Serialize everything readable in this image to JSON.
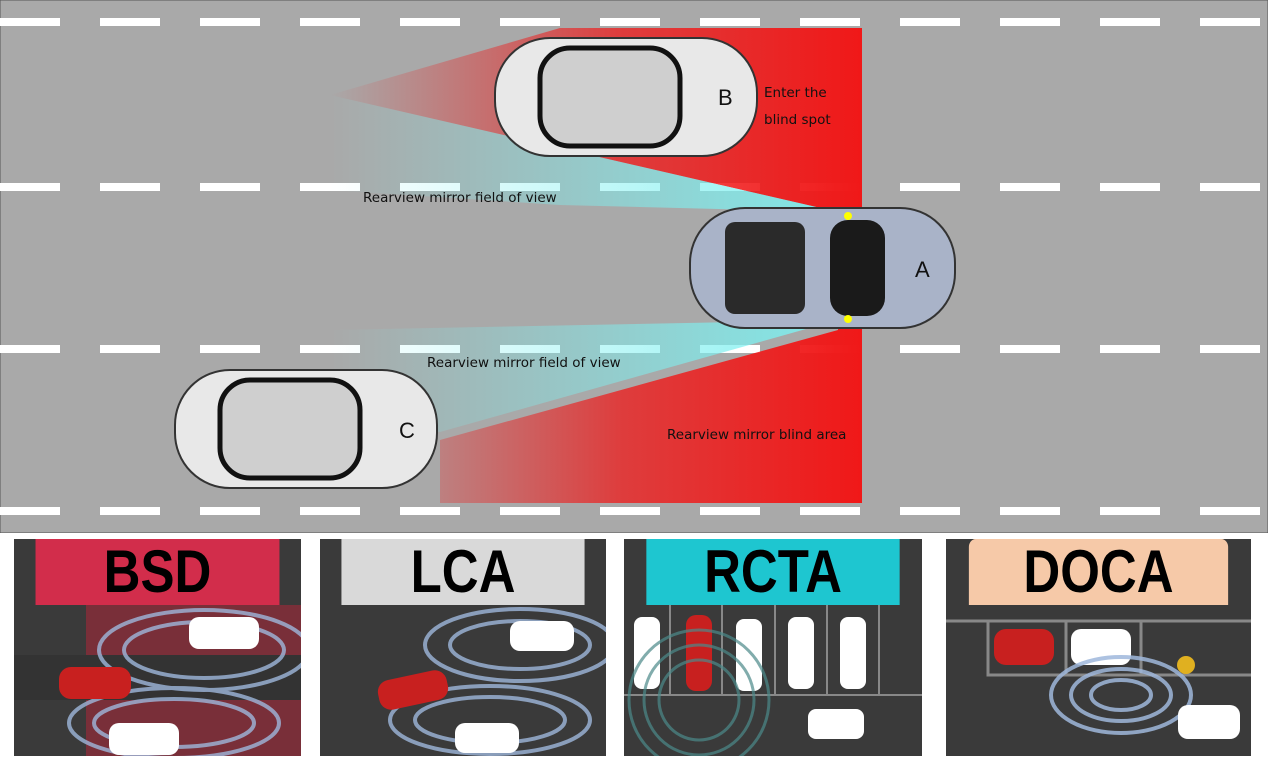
{
  "scene": {
    "labels": {
      "enter_blind_spot": "Enter the blind spot",
      "mirror_fov_top": "Rearview mirror field of view",
      "mirror_fov_bottom": "Rearview mirror field of view",
      "blind_area": "Rearview mirror blind area"
    },
    "cars": {
      "a": "A",
      "b": "B",
      "c": "C"
    },
    "colors": {
      "road": "#a9a9a9",
      "blind_zone": "#f01818",
      "mirror_fov": "#7ef0f0"
    }
  },
  "panels": [
    {
      "title": "BSD",
      "color": "#d22d4b"
    },
    {
      "title": "LCA",
      "color": "#d9d9d9"
    },
    {
      "title": "RCTA",
      "color": "#1ec6d0"
    },
    {
      "title": "DOCA",
      "color": "#f6c9a8"
    }
  ]
}
